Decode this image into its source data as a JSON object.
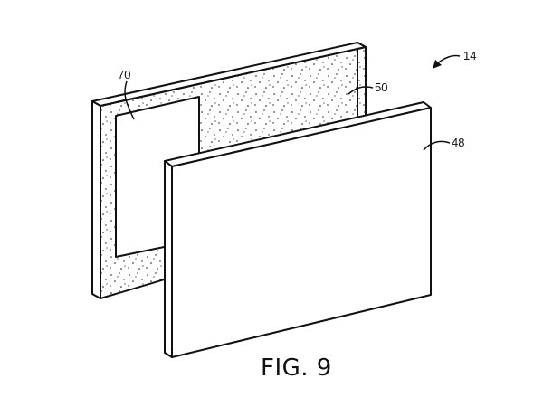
{
  "figure": {
    "caption": "FIG. 9",
    "ref_assembly": "14",
    "ref_front_panel": "48",
    "ref_back_panel": "50",
    "ref_window": "70"
  },
  "colors": {
    "stroke": "#111111",
    "background": "#ffffff"
  }
}
